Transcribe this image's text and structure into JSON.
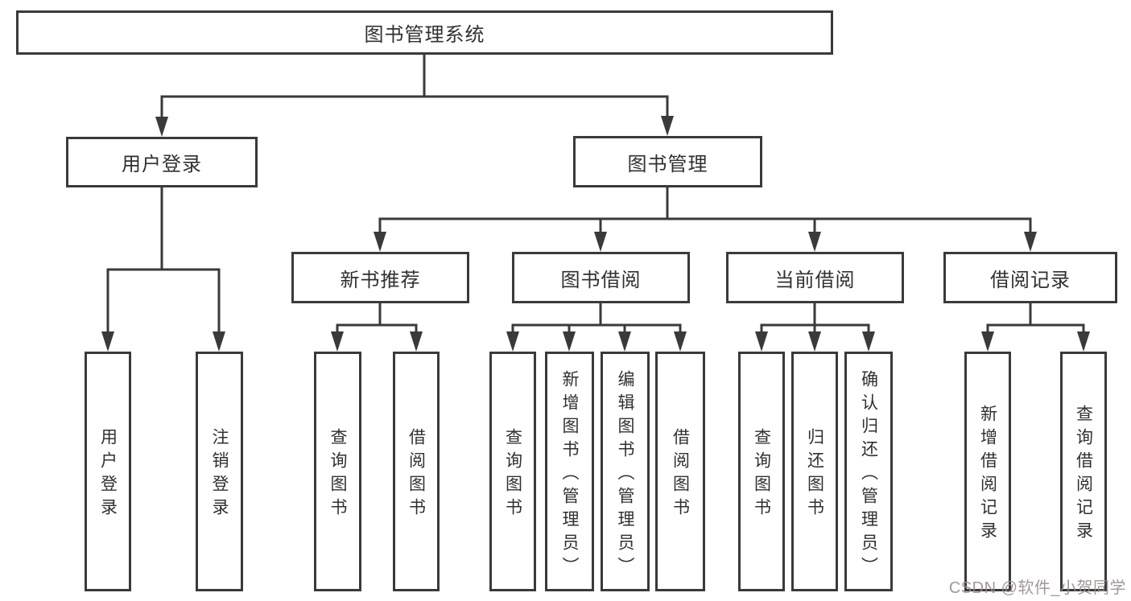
{
  "diagram": {
    "tree": {
      "label": "图书管理系统",
      "children": [
        {
          "label": "用户登录",
          "children": [
            {
              "label": "用户登录"
            },
            {
              "label": "注销登录"
            }
          ]
        },
        {
          "label": "图书管理",
          "children": [
            {
              "label": "新书推荐",
              "children": [
                {
                  "label": "查询图书"
                },
                {
                  "label": "借阅图书"
                }
              ]
            },
            {
              "label": "图书借阅",
              "children": [
                {
                  "label": "查询图书"
                },
                {
                  "label": "新增图书（管理员）"
                },
                {
                  "label": "编辑图书（管理员）"
                },
                {
                  "label": "借阅图书"
                }
              ]
            },
            {
              "label": "当前借阅",
              "children": [
                {
                  "label": "查询图书"
                },
                {
                  "label": "归还图书"
                },
                {
                  "label": "确认归还（管理员）"
                }
              ]
            },
            {
              "label": "借阅记录",
              "children": [
                {
                  "label": "新增借阅记录"
                },
                {
                  "label": "查询借阅记录"
                }
              ]
            }
          ]
        }
      ]
    },
    "colors": {
      "line": "#3a3a3a",
      "box_border": "#3a3a3a",
      "text": "#303030",
      "background": "#ffffff"
    }
  },
  "watermark": {
    "text": "CSDN @软件_小贺同学",
    "color": "#9a8c8c"
  }
}
